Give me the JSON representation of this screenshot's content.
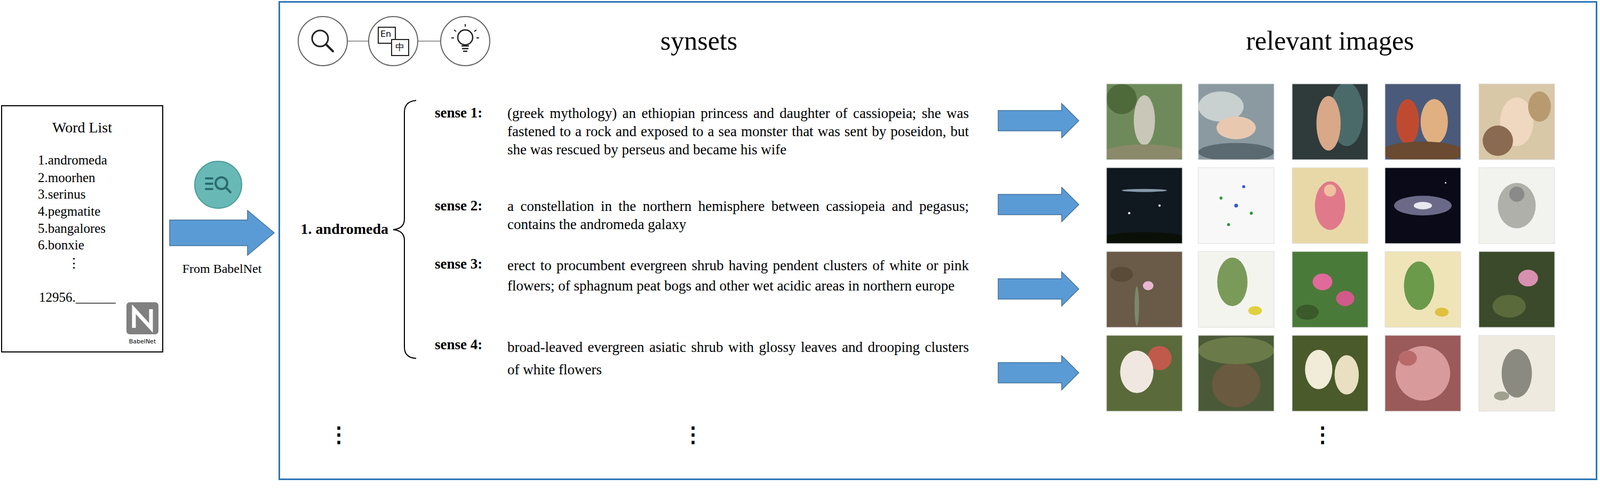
{
  "diagram": {
    "nodes": [
      {
        "text": [
          "Word List",
          "1.andromeda",
          "2.moorhen",
          "3.serinus",
          "4.pegmatite",
          "5.bangalores",
          "6.bonxie",
          "⋮",
          "12956.______",
          "BabelNet"
        ]
      },
      {
        "text": [
          "synsets",
          "relevant images",
          "1. andromeda",
          "sense 1:",
          "(greek mythology) an ethiopian princess and daughter of cassiopeia; she was fastened to a rock and exposed to a sea monster that was sent by poseidon, but she was rescued by perseus and became his wife",
          "sense 2:",
          "a constellation in the northern hemisphere between cassiopeia and pegasus; contains the andromeda galaxy",
          "sense 3:",
          "erect to procumbent evergreen shrub having pendent clusters of white or pink flowers; of sphagnum peat bogs and other wet acidic areas in northern europe",
          "sense 4:",
          "broad-leaved evergreen asiatic shrub with glossy leaves and drooping clusters of white flowers",
          "⋮",
          "⋮",
          "⋮"
        ]
      }
    ],
    "edges": [
      {
        "from": 0,
        "to": 1,
        "arrow": "to",
        "label": "From BabelNet"
      }
    ],
    "labels": [
      "En",
      "中"
    ]
  }
}
